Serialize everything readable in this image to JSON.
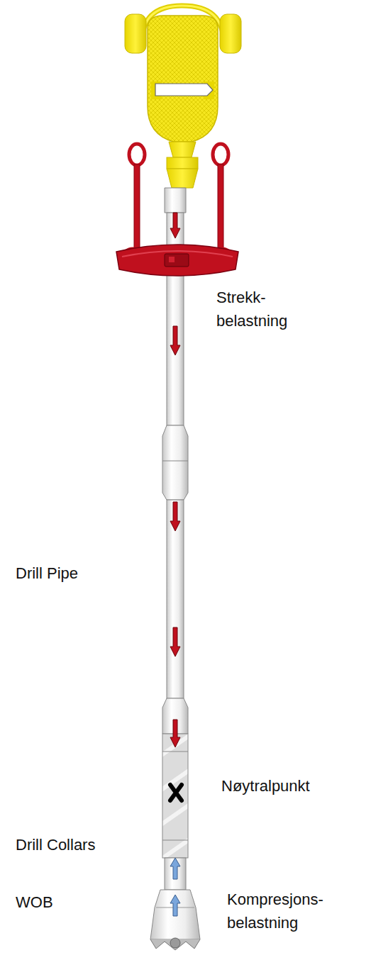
{
  "diagram": {
    "labels": [
      "Strekk- belastning",
      "Drill Pipe",
      "Nøytralpunkt",
      "Drill Collars",
      "WOB",
      "Kompresjons- belastning"
    ]
  }
}
